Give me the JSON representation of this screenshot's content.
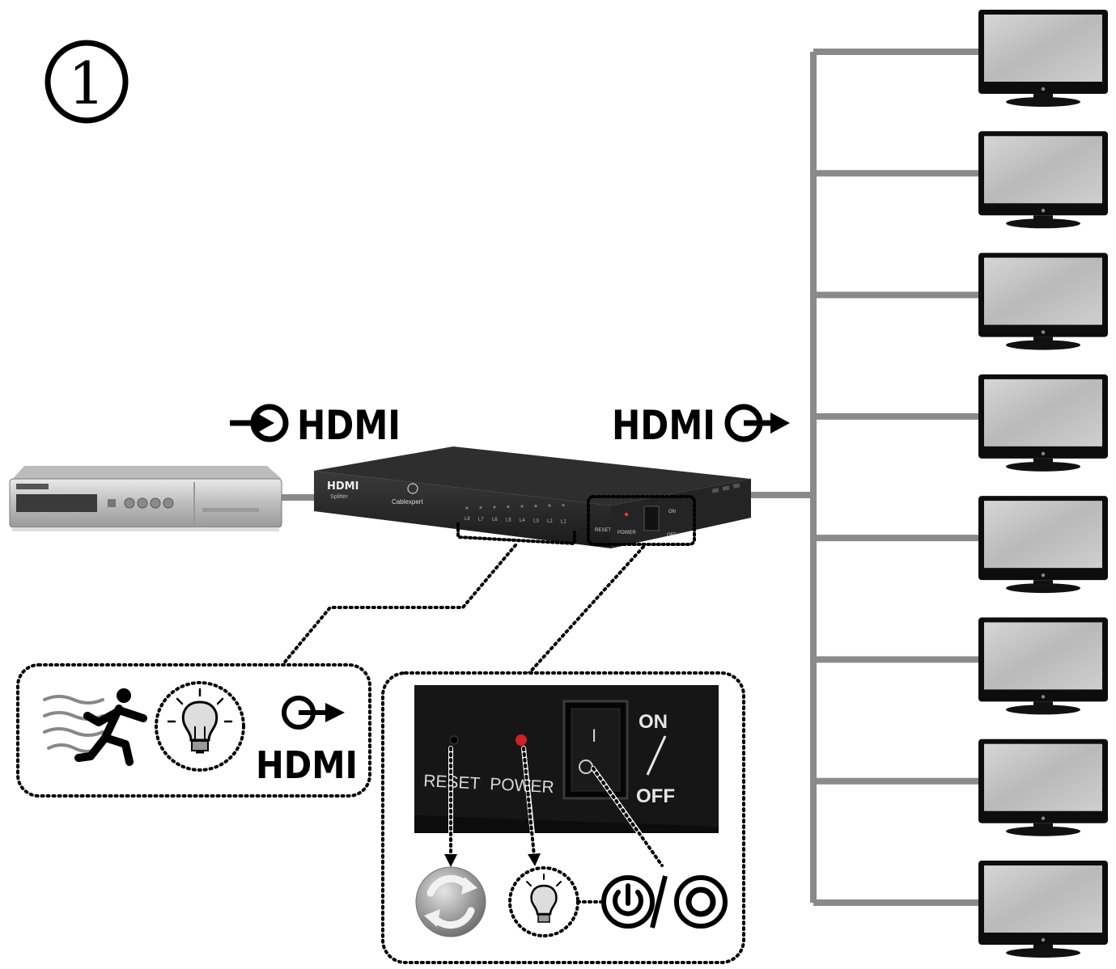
{
  "diagram": {
    "step_number": "①",
    "input_label": "HDMI",
    "output_label": "HDMI",
    "callout_left": {
      "hdmi_label": "HDMI"
    },
    "callout_right": {
      "reset_label": "RESET",
      "power_label": "POWER",
      "switch_on_label": "ON",
      "switch_off_label": "OFF",
      "switch_i": "I",
      "switch_o": "O"
    },
    "splitter": {
      "brand_label": "HDMI",
      "sub_label": "Splitter",
      "maker_label": "Cablexpert",
      "port_labels": [
        "L8",
        "L7",
        "L6",
        "L5",
        "L4",
        "L3",
        "L2",
        "L1"
      ],
      "reset_label": "RESET",
      "power_label": "POWER",
      "on_label": "ON",
      "off_label": "OFF"
    },
    "monitor_count": 8
  }
}
